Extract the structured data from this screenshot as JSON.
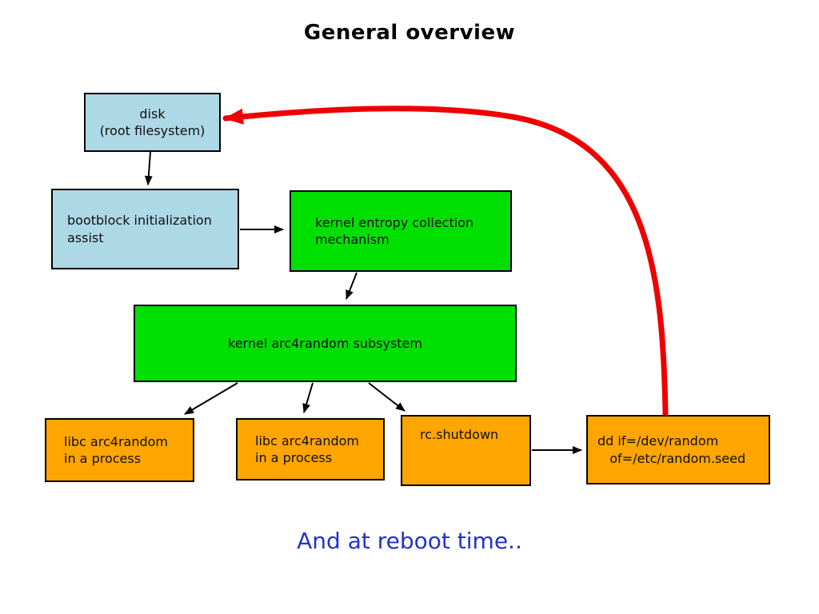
{
  "title": "General overview",
  "caption": {
    "text": "And at reboot time..",
    "color": "#2233cc"
  },
  "colors": {
    "box_blue": "#add8e6",
    "box_green": "#00e000",
    "box_orange": "#ffa500",
    "arrow_red": "#ee0000",
    "arrow_black": "#000000",
    "background": "#ffffff"
  },
  "nodes": {
    "disk": {
      "label": "disk\n(root filesystem)",
      "color": "blue"
    },
    "bootblock": {
      "label": "bootblock initialization\nassist",
      "color": "blue"
    },
    "entropy": {
      "label": "kernel entropy collection\nmechanism",
      "color": "green"
    },
    "arc4": {
      "label": "kernel arc4random subsystem",
      "color": "green"
    },
    "libc1": {
      "label": "libc arc4random\nin a process",
      "color": "orange"
    },
    "libc2": {
      "label": "libc arc4random\nin a process",
      "color": "orange"
    },
    "rcshutdown": {
      "label": "rc.shutdown",
      "color": "orange"
    },
    "ddseed": {
      "label": "dd if=/dev/random\n   of=/etc/random.seed",
      "color": "orange"
    }
  },
  "edges": [
    {
      "from": "disk",
      "to": "bootblock",
      "style": "black"
    },
    {
      "from": "bootblock",
      "to": "entropy",
      "style": "black"
    },
    {
      "from": "entropy",
      "to": "arc4",
      "style": "black"
    },
    {
      "from": "arc4",
      "to": "libc1",
      "style": "black"
    },
    {
      "from": "arc4",
      "to": "libc2",
      "style": "black"
    },
    {
      "from": "arc4",
      "to": "rcshutdown",
      "style": "black"
    },
    {
      "from": "rcshutdown",
      "to": "ddseed",
      "style": "black"
    },
    {
      "from": "ddseed",
      "to": "disk",
      "style": "red-curve"
    }
  ]
}
